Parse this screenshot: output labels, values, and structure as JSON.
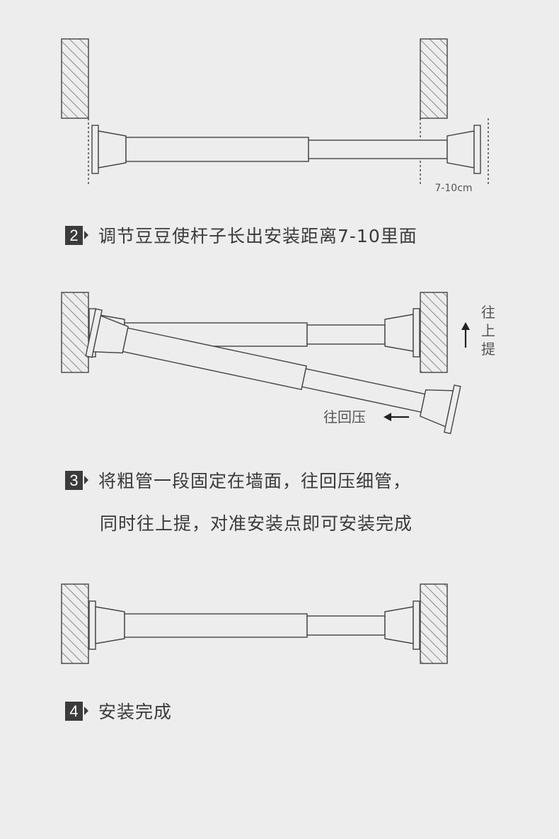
{
  "diagram1": {
    "dimension_label": "7-10cm"
  },
  "step2": {
    "number": "2",
    "text": "调节豆豆使杆子长出安装距离7-10里面"
  },
  "diagram2": {
    "lift_label_chars": [
      "往",
      "上",
      "提"
    ],
    "press_label": "往回压"
  },
  "step3": {
    "number": "3",
    "line1": "将粗管一段固定在墙面，往回压细管，",
    "line2": "同时往上提，对准安装点即可安装完成"
  },
  "step4": {
    "number": "4",
    "text": "安装完成"
  },
  "colors": {
    "background": "#ededed",
    "line": "#444444",
    "badge": "#3b3b3b"
  }
}
